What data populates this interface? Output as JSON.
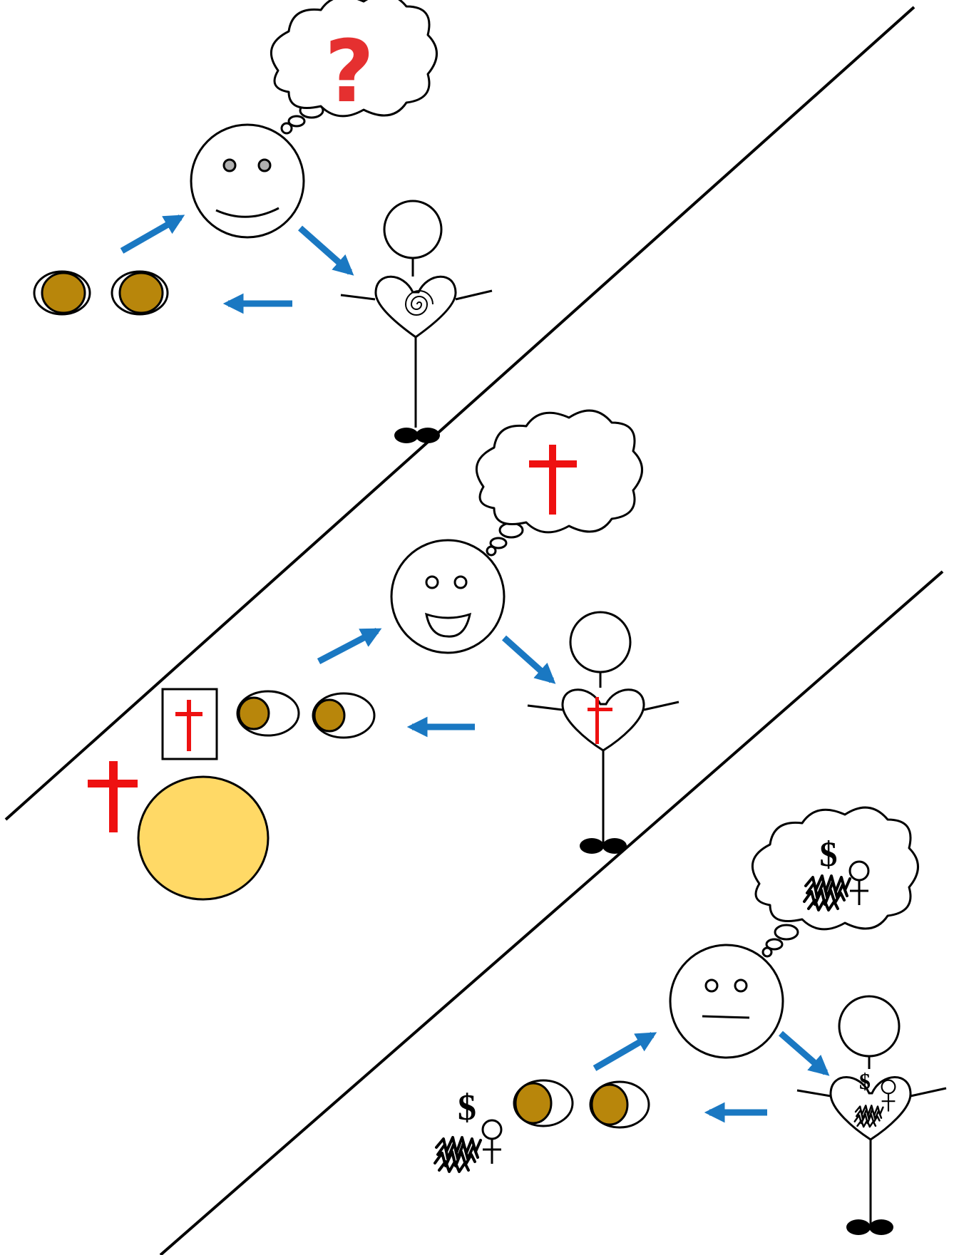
{
  "canvas": {
    "background": "#ffffff"
  },
  "colors": {
    "stroke": "#000000",
    "arrow": "#1a78c2",
    "cross": "#ee1111",
    "question": "#e53030",
    "coin": "#b8860b",
    "sun": "#ffd966",
    "eye_fill": "#b0b0b0"
  },
  "panels": [
    {
      "id": "top",
      "thought_symbol": "question-mark",
      "thought_text": "?",
      "face_expression": "smile",
      "heart_symbol": "spiral",
      "eyes_look": "full"
    },
    {
      "id": "middle",
      "thought_symbol": "cross",
      "face_expression": "big-grin",
      "heart_symbol": "cross",
      "eyes_look": "left",
      "extras": [
        "bible-book-with-cross",
        "sun-with-cross"
      ]
    },
    {
      "id": "bottom",
      "thought_symbol": "money-and-woman",
      "thought_text": "$",
      "face_expression": "neutral",
      "heart_symbol": "money-and-woman",
      "heart_text": "$",
      "eyes_look": "left",
      "extras": [
        "money-and-woman-symbol"
      ],
      "extras_text": "$"
    }
  ]
}
